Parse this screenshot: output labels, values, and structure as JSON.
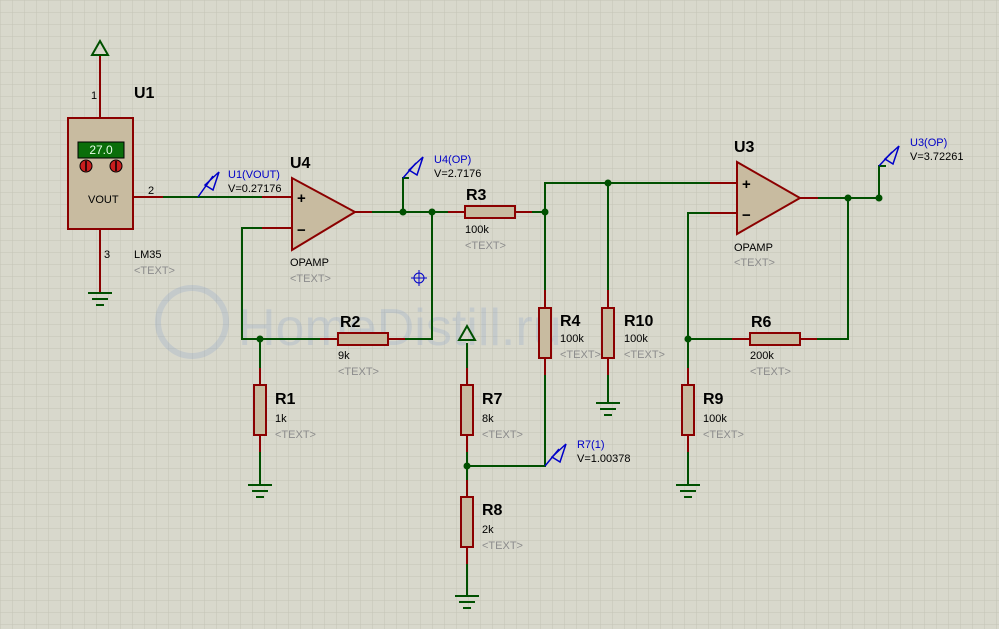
{
  "watermark": "HomeDistill.ru",
  "u1": {
    "ref": "U1",
    "part": "LM35",
    "text": "<TEXT>",
    "vout": "VOUT",
    "pin1": "1",
    "pin2": "2",
    "pin3": "3",
    "display": "27.0"
  },
  "u4": {
    "ref": "U4",
    "part": "OPAMP",
    "text": "<TEXT>",
    "plus": "+",
    "minus": "−"
  },
  "u3": {
    "ref": "U3",
    "part": "OPAMP",
    "text": "<TEXT>",
    "plus": "+",
    "minus": "−"
  },
  "resistors": {
    "r1": {
      "ref": "R1",
      "value": "1k",
      "text": "<TEXT>"
    },
    "r2": {
      "ref": "R2",
      "value": "9k",
      "text": "<TEXT>"
    },
    "r3": {
      "ref": "R3",
      "value": "100k",
      "text": "<TEXT>"
    },
    "r4": {
      "ref": "R4",
      "value": "100k",
      "text": "<TEXT>"
    },
    "r10": {
      "ref": "R10",
      "value": "100k",
      "text": "<TEXT>"
    },
    "r6": {
      "ref": "R6",
      "value": "200k",
      "text": "<TEXT>"
    },
    "r9": {
      "ref": "R9",
      "value": "100k",
      "text": "<TEXT>"
    },
    "r7": {
      "ref": "R7",
      "value": "8k",
      "text": "<TEXT>"
    },
    "r8": {
      "ref": "R8",
      "value": "2k",
      "text": "<TEXT>"
    }
  },
  "probes": {
    "u1_vout": {
      "name": "U1(VOUT)",
      "voltage": "V=0.27176"
    },
    "u4_op": {
      "name": "U4(OP)",
      "voltage": "V=2.7176"
    },
    "u3_op": {
      "name": "U3(OP)",
      "voltage": "V=3.72261"
    },
    "r7_1": {
      "name": "R7(1)",
      "voltage": "V=1.00378"
    }
  },
  "colors": {
    "background": "#d8d8cc",
    "grid": "#c4c4b6",
    "wire": "#005000",
    "body": "#c8bba0",
    "outline": "#8b0000",
    "probe": "#0000c8"
  }
}
